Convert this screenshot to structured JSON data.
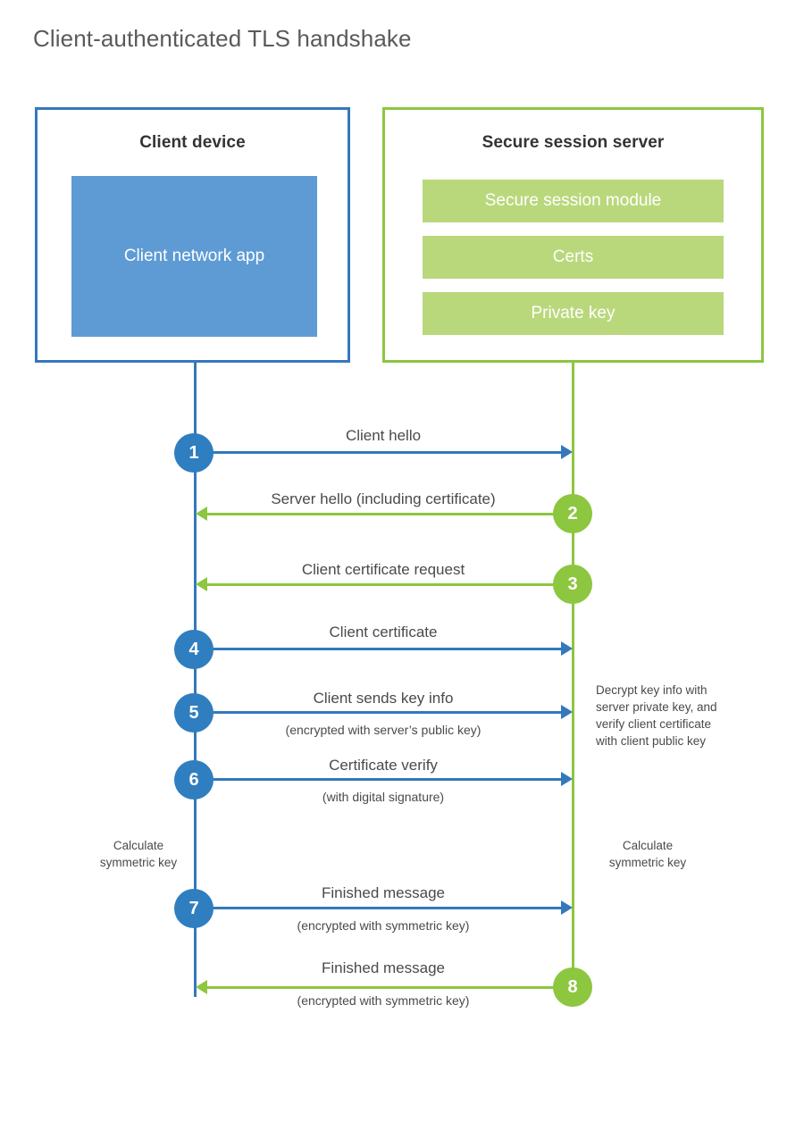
{
  "title": "Client-authenticated TLS handshake",
  "colors": {
    "client_border": "#3478bc",
    "client_fill": "#5e9bd5",
    "client_circle": "#2f7ec0",
    "server_border": "#8dc63f",
    "server_fill": "#b9d87c",
    "server_circle": "#8dc63f",
    "text": "#4a4a4a",
    "title_text": "#5a5a5a",
    "background": "#ffffff"
  },
  "client": {
    "title": "Client device",
    "app_label": "Client network app"
  },
  "server": {
    "title": "Secure session server",
    "blocks": [
      {
        "label": "Secure session module"
      },
      {
        "label": "Certs"
      },
      {
        "label": "Private key"
      }
    ]
  },
  "messages": [
    {
      "step": "1",
      "label": "Client hello",
      "sublabel": "",
      "direction": "client-to-server",
      "color": "blue"
    },
    {
      "step": "2",
      "label": "Server hello (including certificate)",
      "sublabel": "",
      "direction": "server-to-client",
      "color": "green"
    },
    {
      "step": "3",
      "label": "Client certificate request",
      "sublabel": "",
      "direction": "server-to-client",
      "color": "green"
    },
    {
      "step": "4",
      "label": "Client certificate",
      "sublabel": "",
      "direction": "client-to-server",
      "color": "blue"
    },
    {
      "step": "5",
      "label": "Client sends key info",
      "sublabel": "(encrypted with server’s public key)",
      "direction": "client-to-server",
      "color": "blue"
    },
    {
      "step": "6",
      "label": "Certificate verify",
      "sublabel": "(with digital signature)",
      "direction": "client-to-server",
      "color": "blue"
    },
    {
      "step": "7",
      "label": "Finished message",
      "sublabel": "(encrypted with symmetric key)",
      "direction": "client-to-server",
      "color": "blue"
    },
    {
      "step": "8",
      "label": "Finished message",
      "sublabel": "(encrypted with symmetric key)",
      "direction": "server-to-client",
      "color": "green"
    }
  ],
  "notes": {
    "server_decrypt": "Decrypt key info with\nserver private key, and\nverify client certificate\nwith client public key",
    "client_calculate": "Calculate\nsymmetric key",
    "server_calculate": "Calculate\nsymmetric key"
  }
}
